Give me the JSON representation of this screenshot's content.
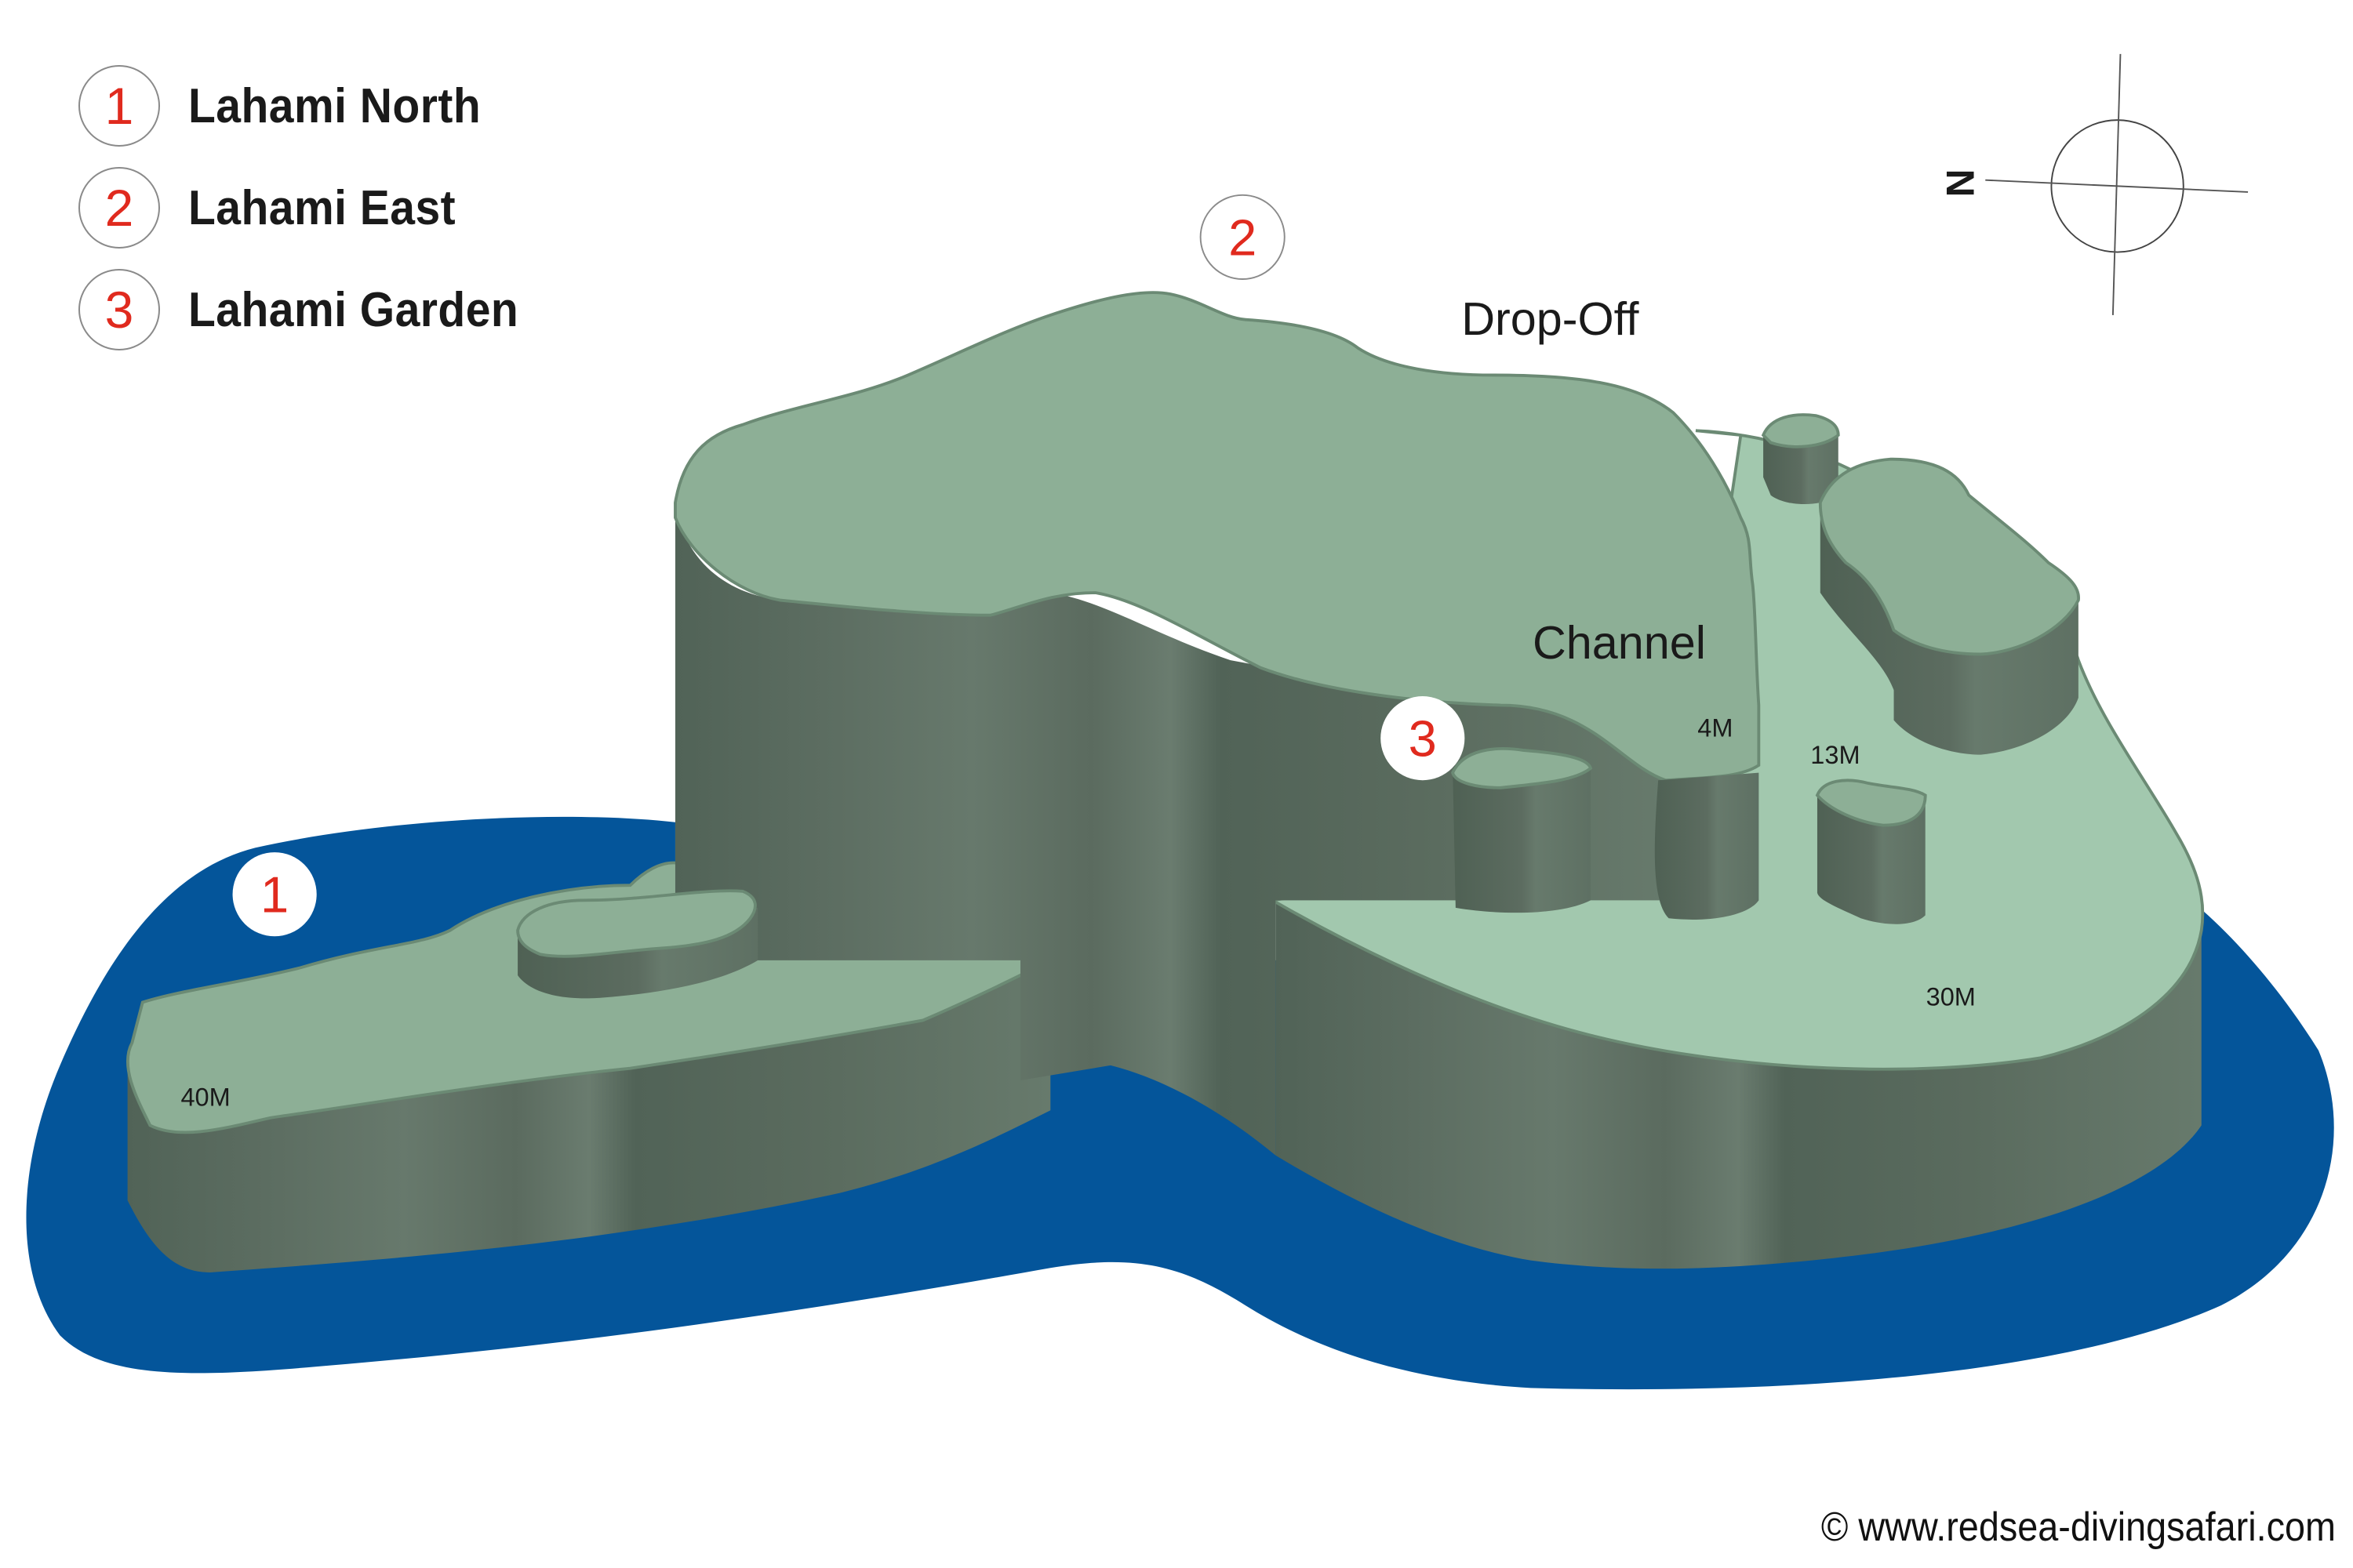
{
  "map": {
    "title": "Lahami dive site map",
    "legend": [
      {
        "number": "1",
        "label": "Lahami North"
      },
      {
        "number": "2",
        "label": "Lahami East"
      },
      {
        "number": "3",
        "label": "Lahami Garden"
      }
    ],
    "markers": [
      {
        "number": "1",
        "site": "Lahami North"
      },
      {
        "number": "2",
        "site": "Lahami East"
      },
      {
        "number": "3",
        "site": "Lahami Garden"
      }
    ],
    "labels": {
      "drop_off": "Drop-Off",
      "channel": "Channel"
    },
    "depths": {
      "d4": "4M",
      "d13": "13M",
      "d30": "30M",
      "d40": "40M"
    },
    "compass": {
      "north_label": "N",
      "icon": "compass-icon"
    },
    "copyright": "© www.redsea-divingsafari.com",
    "colors": {
      "water": "#04559a",
      "reef_top": "#8daf96",
      "plateau_top": "#a2c8ae",
      "reef_wall_dark": "#516357",
      "reef_wall_light": "#687a6d",
      "outline": "#6b8a74",
      "marker_number": "#e02a1e"
    }
  }
}
